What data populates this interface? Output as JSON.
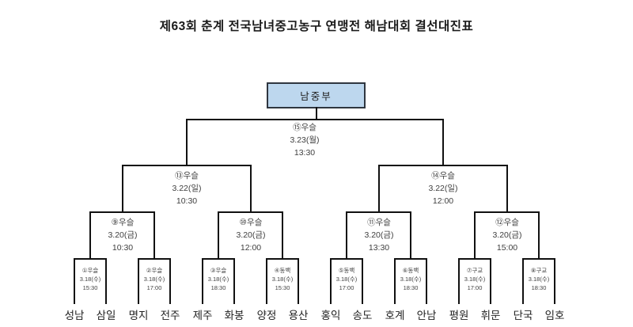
{
  "title": "제63회 춘계 전국남녀중고농구 연맹전 해남대회 결선대진표",
  "division": {
    "label": "남중부",
    "fill": "#bdd7ee"
  },
  "colors": {
    "line": "#111111",
    "text": "#3f3f3f",
    "box_fill": "#bdd7ee"
  },
  "teams": [
    "성남",
    "삼일",
    "명지",
    "전주",
    "제주",
    "화봉",
    "양정",
    "용산",
    "홍익",
    "송도",
    "호계",
    "안남",
    "평원",
    "휘문",
    "단국",
    "임호"
  ],
  "matches": {
    "r1": [
      {
        "label": "①우슬",
        "date": "3.18(수)",
        "time": "15:30"
      },
      {
        "label": "②우슬",
        "date": "3.18(수)",
        "time": "17:00"
      },
      {
        "label": "③우슬",
        "date": "3.18(수)",
        "time": "18:30"
      },
      {
        "label": "④동백",
        "date": "3.18(수)",
        "time": "15:30"
      },
      {
        "label": "⑤동백",
        "date": "3.18(수)",
        "time": "17:00"
      },
      {
        "label": "⑥동백",
        "date": "3.18(수)",
        "time": "18:30"
      },
      {
        "label": "⑦구교",
        "date": "3.18(수)",
        "time": "17:00"
      },
      {
        "label": "⑧구교",
        "date": "3.18(수)",
        "time": "18:30"
      }
    ],
    "qf": [
      {
        "label": "⑨우슬",
        "date": "3.20(금)",
        "time": "10:30"
      },
      {
        "label": "⑩우슬",
        "date": "3.20(금)",
        "time": "12:00"
      },
      {
        "label": "⑪우슬",
        "date": "3.20(금)",
        "time": "13:30"
      },
      {
        "label": "⑫우슬",
        "date": "3.20(금)",
        "time": "15:00"
      }
    ],
    "sf": [
      {
        "label": "⑬우슬",
        "date": "3.22(일)",
        "time": "10:30"
      },
      {
        "label": "⑭우슬",
        "date": "3.22(일)",
        "time": "12:00"
      }
    ],
    "final": {
      "label": "⑮우슬",
      "date": "3.23(월)",
      "time": "13:30"
    }
  }
}
